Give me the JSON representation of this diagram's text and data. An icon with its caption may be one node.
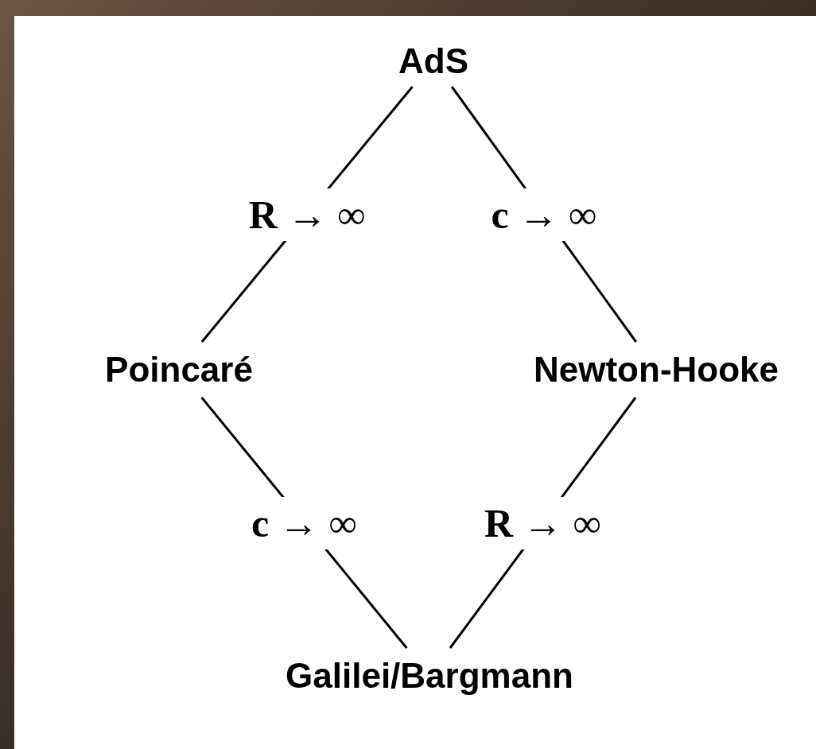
{
  "diagram": {
    "nodes": [
      {
        "text": [
          "AdS"
        ]
      },
      {
        "text": [
          "Poincaré"
        ]
      },
      {
        "text": [
          "Newton-Hooke"
        ]
      },
      {
        "text": [
          "Galilei/Bargmann"
        ]
      }
    ],
    "edges": [
      {
        "from": 0,
        "to": 1,
        "arrow": "none",
        "label": "**R →** ∞"
      },
      {
        "from": 0,
        "to": 2,
        "arrow": "none",
        "label": "**c →** ∞"
      },
      {
        "from": 1,
        "to": 3,
        "arrow": "none",
        "label": "**c →** ∞"
      },
      {
        "from": 2,
        "to": 3,
        "arrow": "none",
        "label": "**R →** ∞"
      }
    ]
  }
}
